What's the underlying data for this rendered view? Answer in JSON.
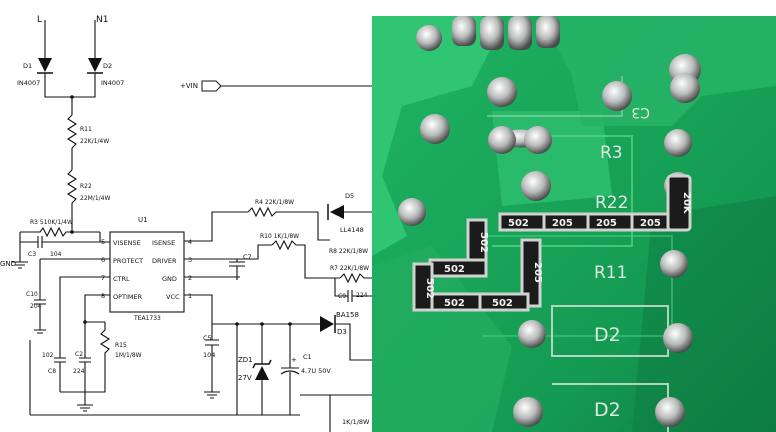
{
  "schematic": {
    "nets": {
      "line": "L",
      "neutral": "N1",
      "vin": "+VIN",
      "ground": "GND"
    },
    "diodes": {
      "d1": {
        "ref": "D1",
        "part": "IN4007"
      },
      "d2": {
        "ref": "D2",
        "part": "IN4007"
      },
      "d5": {
        "ref": "D5",
        "part": "LL4148"
      },
      "d3": {
        "ref": "D3",
        "part": "BA158"
      },
      "zd1": {
        "ref": "ZD1",
        "part": "27V"
      }
    },
    "resistors": {
      "r11": {
        "ref": "R11",
        "value": "22K/1/4W"
      },
      "r22": {
        "ref": "R22",
        "value": "22M/1/4W"
      },
      "r3": {
        "ref": "R3",
        "value": "510K/1/4W"
      },
      "r4": {
        "ref": "R4",
        "value": "22K/1/8W"
      },
      "r10": {
        "ref": "R10",
        "value": "1K/1/8W"
      },
      "r8": {
        "ref": "R8",
        "value": "22K/1/8W"
      },
      "r7": {
        "ref": "R7",
        "value": "22K/1/8W"
      },
      "r15": {
        "ref": "R15",
        "value": "1M/1/8W"
      },
      "bottom": {
        "value": "1K/1/8W"
      }
    },
    "capacitors": {
      "c3": {
        "ref": "C3",
        "value": "104"
      },
      "c10": {
        "ref": "C10",
        "value": "204"
      },
      "c7": {
        "ref": "C7"
      },
      "c9": {
        "ref": "C9",
        "value": "224"
      },
      "c5": {
        "ref": "C5",
        "value": "104"
      },
      "c8": {
        "ref": "C8",
        "value": "102"
      },
      "c2": {
        "ref": "C2",
        "value": "224"
      },
      "c1": {
        "ref": "C1",
        "value": "4.7U 50V"
      }
    },
    "ic": {
      "ref": "U1",
      "part": "TEA1733",
      "pins_left": [
        {
          "num": "5",
          "name": "VISENSE"
        },
        {
          "num": "6",
          "name": "PROTECT"
        },
        {
          "num": "7",
          "name": "CTRL"
        },
        {
          "num": "8",
          "name": "OPTIMER"
        }
      ],
      "pins_right": [
        {
          "num": "4",
          "name": "ISENSE"
        },
        {
          "num": "3",
          "name": "DRIVER"
        },
        {
          "num": "2",
          "name": "GND"
        },
        {
          "num": "1",
          "name": "VCC"
        }
      ]
    }
  },
  "photo": {
    "silkscreen": {
      "c3": "C3",
      "r3": "R3",
      "r22": "R22",
      "r11": "R11",
      "d2": "D2",
      "d2_lower": "D2"
    },
    "smd_codes": {
      "r22_chain": [
        "502",
        "205",
        "205",
        "205"
      ],
      "vertical_left": "502",
      "middle_row": "502",
      "vertical_mid": "205",
      "bottom_row": [
        "502",
        "502"
      ],
      "far_left": "502",
      "top_right": "20Κ"
    },
    "colors": {
      "board": "#18a15a",
      "copper_mask": "#2fbf70",
      "solder": "#c9ccc9"
    }
  }
}
